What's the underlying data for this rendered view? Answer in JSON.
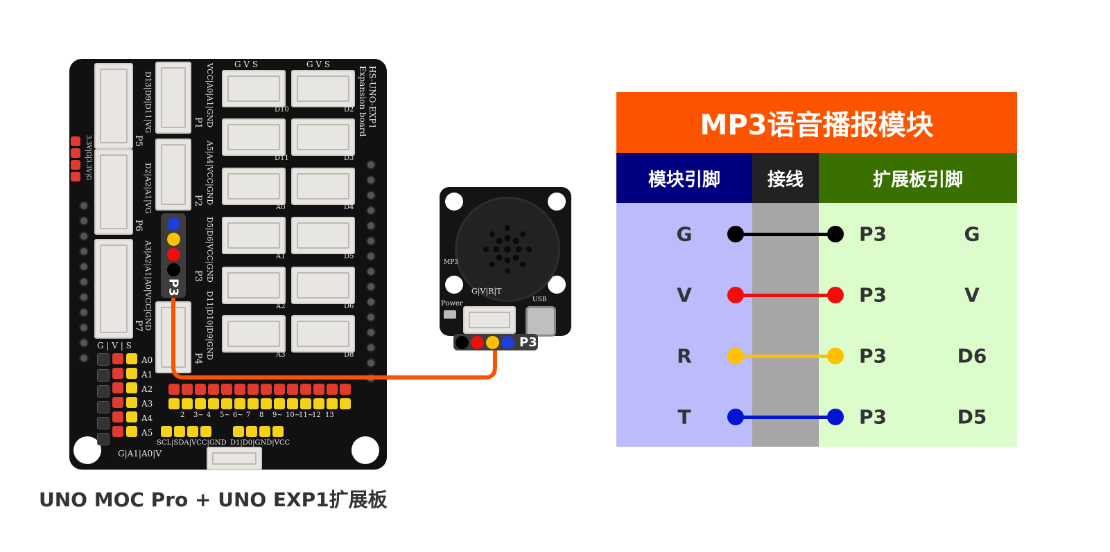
{
  "board": {
    "title_line1": "HS-UNO-EXP1",
    "title_line2": "Expansion board",
    "port_labels": [
      "P5",
      "P1",
      "P6",
      "P2",
      "P3",
      "P7",
      "P4"
    ],
    "top_header_labels": [
      "G V S",
      "G V S"
    ],
    "right_header_labels": [
      "D10",
      "D2",
      "D11",
      "D3",
      "A0",
      "D4",
      "A1",
      "D5",
      "A2",
      "D6",
      "A3",
      "D8"
    ],
    "analog_labels": [
      "A0",
      "A1",
      "A2",
      "A3",
      "A4",
      "A5"
    ],
    "gvs_label": "G | V | S",
    "digital_labels": [
      "2",
      "3~",
      "4",
      "5~",
      "6~",
      "7",
      "8",
      "9~",
      "10~",
      "11~",
      "12",
      "13"
    ],
    "port_pin_labels": [
      "D13|D9|D11|VG",
      "VCC|A0|A1|GND",
      "D2|A2|A1|VG",
      "A5|A4|VCC|GND",
      "D5|D6|VCC|GND",
      "A3|A2|A1|A0|VCC|GND",
      "D11|D10|D9|GND"
    ],
    "power_labels": "3.3V|G|3.3V|G",
    "bottom_labels": [
      "G|A1|A0|V",
      "SCL|SDA|VCC|GND",
      "D1|D0|GND|VCC"
    ],
    "caption": "UNO MOC Pro + UNO EXP1扩展板"
  },
  "module": {
    "pin_labels": "G|V|R|T",
    "power_label": "Power",
    "usb_label": "USB",
    "mp3_label": "MP3"
  },
  "tags": {
    "board_tag": "P3",
    "module_tag": "P3"
  },
  "table": {
    "title": "MP3语音播报模块",
    "headers": [
      "模块引脚",
      "接线",
      "扩展板引脚"
    ],
    "rows": [
      {
        "module_pin": "G",
        "port": "P3",
        "board_pin": "G",
        "color": "#000000"
      },
      {
        "module_pin": "V",
        "port": "P3",
        "board_pin": "V",
        "color": "#f20d0d"
      },
      {
        "module_pin": "R",
        "port": "P3",
        "board_pin": "D6",
        "color": "#ffc000"
      },
      {
        "module_pin": "T",
        "port": "P3",
        "board_pin": "D5",
        "color": "#0014d2"
      }
    ]
  },
  "colors": {
    "title_bg": "#fb5300",
    "module_header_bg": "#000080",
    "wire_header_bg": "#222222",
    "board_header_bg": "#3a7000",
    "module_col_bg": "#bcbcfc",
    "wire_col_bg": "#a6a6a6",
    "board_col_bg": "#ddfccc",
    "cable": "#fb5300"
  }
}
